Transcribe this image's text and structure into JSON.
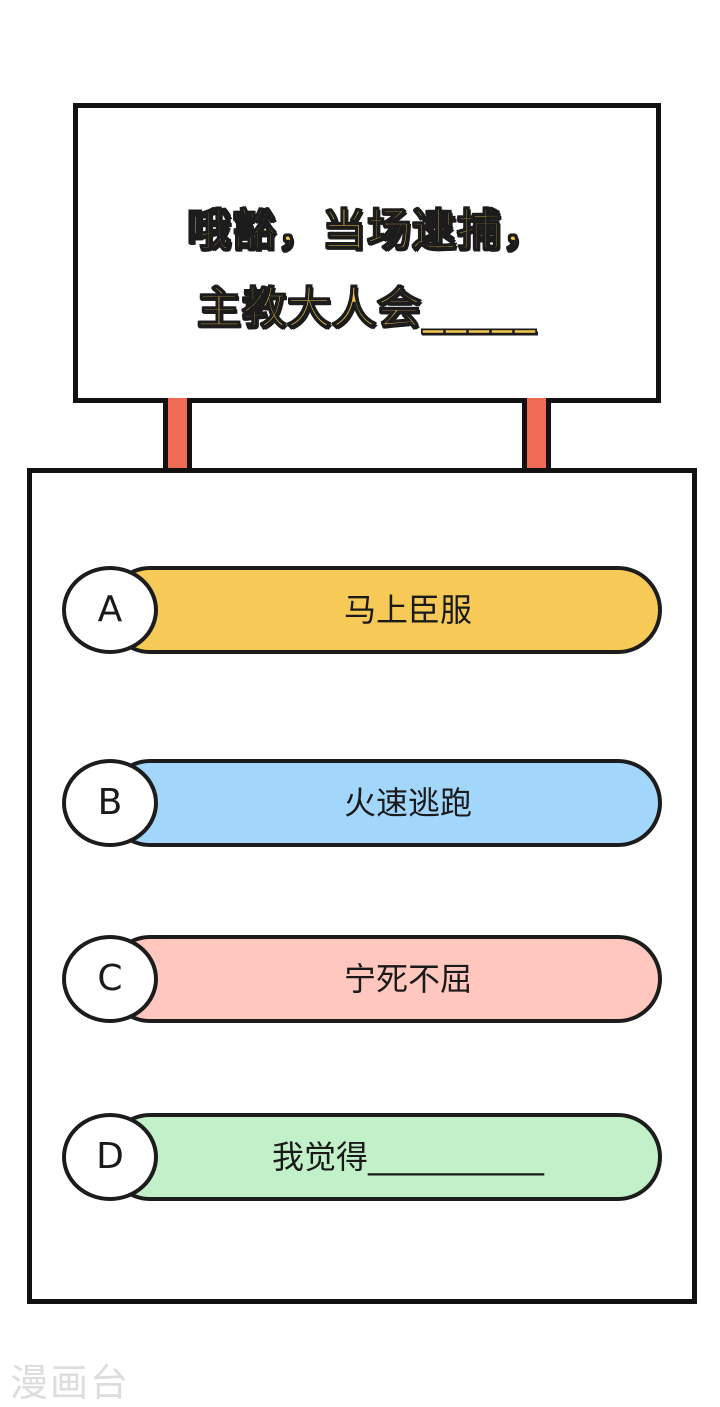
{
  "question": {
    "line1": "哦豁，当场逮捕，",
    "line2": "主教大人会_____"
  },
  "options": [
    {
      "letter": "A",
      "text": "马上臣服",
      "color": "#f7ca57"
    },
    {
      "letter": "B",
      "text": "火速逃跑",
      "color": "#a2d6fa"
    },
    {
      "letter": "C",
      "text": "宁死不屈",
      "color": "#ffc7bd"
    },
    {
      "letter": "D",
      "text": "我觉得___________",
      "color": "#c2f0c8"
    }
  ],
  "colors": {
    "title_fill": "#f5c84b",
    "post": "#f06b55",
    "outline": "#111111"
  },
  "watermark": "漫画台"
}
